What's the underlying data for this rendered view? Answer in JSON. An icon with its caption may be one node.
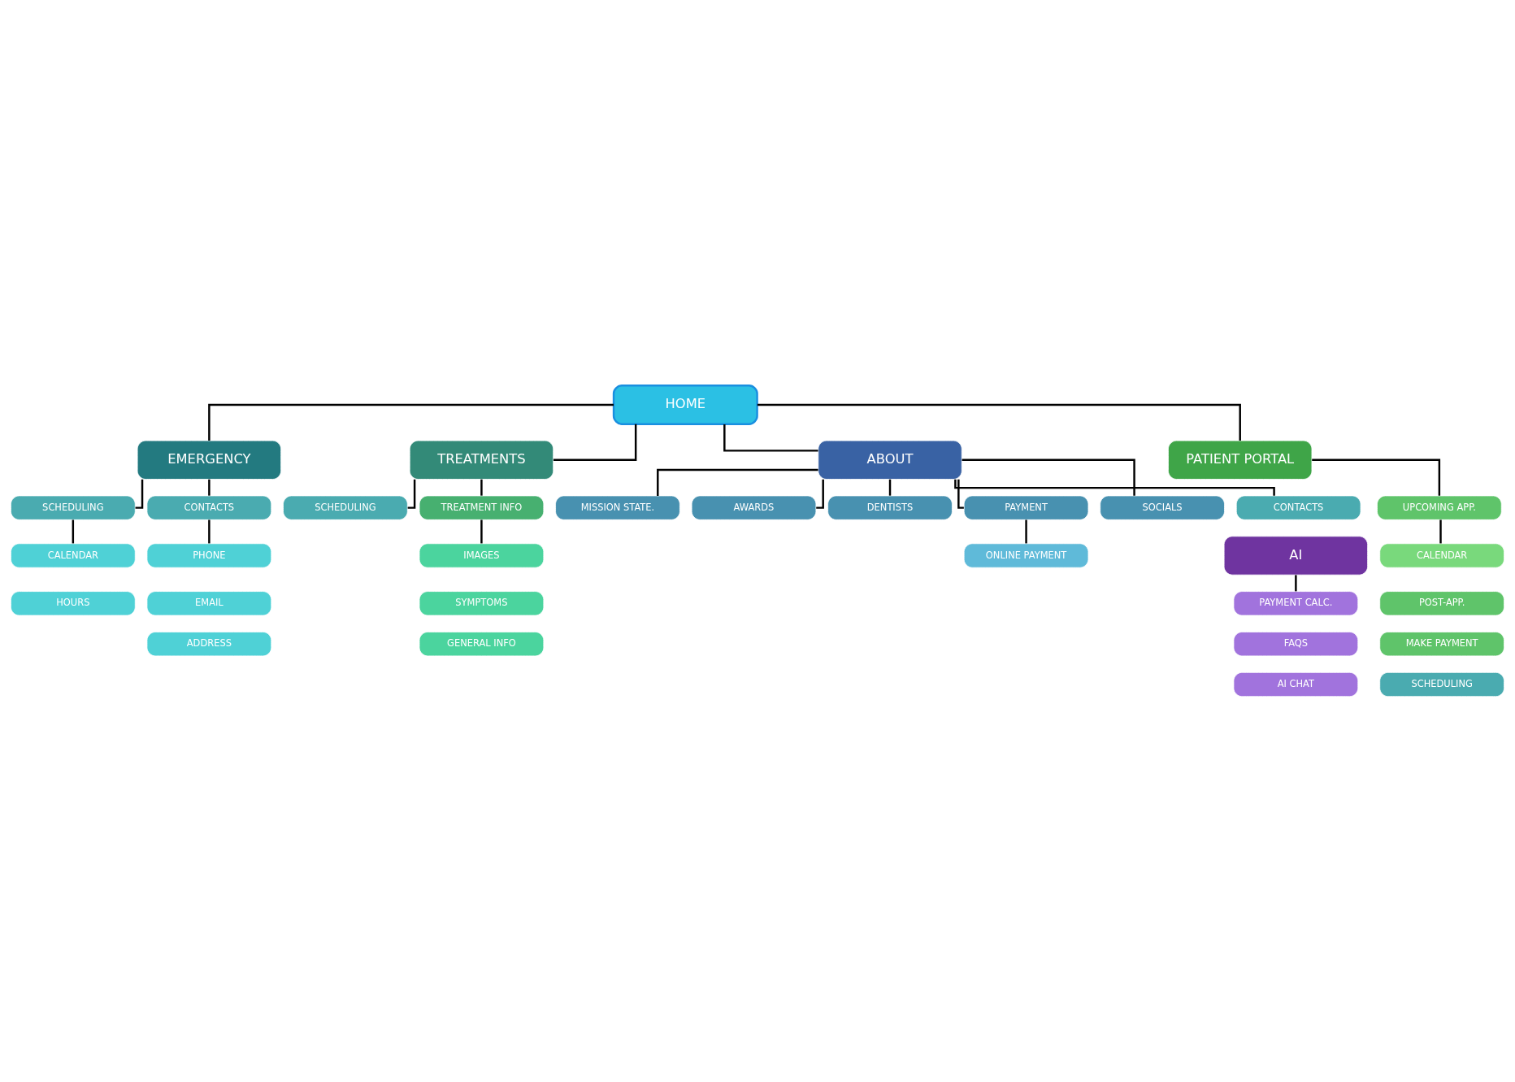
{
  "diagram": {
    "nodes": [
      {
        "text": [
          "HOME"
        ]
      },
      {
        "text": [
          "EMERGENCY"
        ]
      },
      {
        "text": [
          "SCHEDULING"
        ]
      },
      {
        "text": [
          "CALENDAR"
        ]
      },
      {
        "text": [
          "HOURS"
        ]
      },
      {
        "text": [
          "CONTACTS"
        ]
      },
      {
        "text": [
          "PHONE"
        ]
      },
      {
        "text": [
          "EMAIL"
        ]
      },
      {
        "text": [
          "ADDRESS"
        ]
      },
      {
        "text": [
          "TREATMENTS"
        ]
      },
      {
        "text": [
          "SCHEDULING"
        ]
      },
      {
        "text": [
          "TREATMENT INFO"
        ]
      },
      {
        "text": [
          "IMAGES"
        ]
      },
      {
        "text": [
          "SYMPTOMS"
        ]
      },
      {
        "text": [
          "GENERAL INFO"
        ]
      },
      {
        "text": [
          "ABOUT"
        ]
      },
      {
        "text": [
          "MISSION STATE."
        ]
      },
      {
        "text": [
          "AWARDS"
        ]
      },
      {
        "text": [
          "DENTISTS"
        ]
      },
      {
        "text": [
          "PAYMENT"
        ]
      },
      {
        "text": [
          "ONLINE PAYMENT"
        ]
      },
      {
        "text": [
          "SOCIALS"
        ]
      },
      {
        "text": [
          "CONTACTS"
        ]
      },
      {
        "text": [
          "PATIENT PORTAL"
        ]
      },
      {
        "text": [
          "UPCOMING APP."
        ]
      },
      {
        "text": [
          "CALENDAR"
        ]
      },
      {
        "text": [
          "POST-APP."
        ]
      },
      {
        "text": [
          "MAKE PAYMENT"
        ]
      },
      {
        "text": [
          "SCHEDULING"
        ]
      },
      {
        "text": [
          "AI"
        ]
      },
      {
        "text": [
          "PAYMENT CALC."
        ]
      },
      {
        "text": [
          "FAQS"
        ]
      },
      {
        "text": [
          "AI CHAT"
        ]
      }
    ],
    "edges": [
      {
        "from": 0,
        "to": 1,
        "arrow": "none"
      },
      {
        "from": 0,
        "to": 9,
        "arrow": "none"
      },
      {
        "from": 0,
        "to": 15,
        "arrow": "none"
      },
      {
        "from": 0,
        "to": 23,
        "arrow": "none"
      },
      {
        "from": 1,
        "to": 2,
        "arrow": "none"
      },
      {
        "from": 1,
        "to": 5,
        "arrow": "none"
      },
      {
        "from": 2,
        "to": 3,
        "arrow": "none"
      },
      {
        "from": 5,
        "to": 6,
        "arrow": "none"
      },
      {
        "from": 9,
        "to": 10,
        "arrow": "none"
      },
      {
        "from": 9,
        "to": 11,
        "arrow": "none"
      },
      {
        "from": 11,
        "to": 12,
        "arrow": "none"
      },
      {
        "from": 15,
        "to": 16,
        "arrow": "none"
      },
      {
        "from": 15,
        "to": 17,
        "arrow": "none"
      },
      {
        "from": 15,
        "to": 18,
        "arrow": "none"
      },
      {
        "from": 15,
        "to": 19,
        "arrow": "none"
      },
      {
        "from": 15,
        "to": 21,
        "arrow": "none"
      },
      {
        "from": 15,
        "to": 22,
        "arrow": "none"
      },
      {
        "from": 19,
        "to": 20,
        "arrow": "none"
      },
      {
        "from": 23,
        "to": 24,
        "arrow": "none"
      },
      {
        "from": 24,
        "to": 25,
        "arrow": "none"
      },
      {
        "from": 29,
        "to": 30,
        "arrow": "none"
      }
    ]
  }
}
